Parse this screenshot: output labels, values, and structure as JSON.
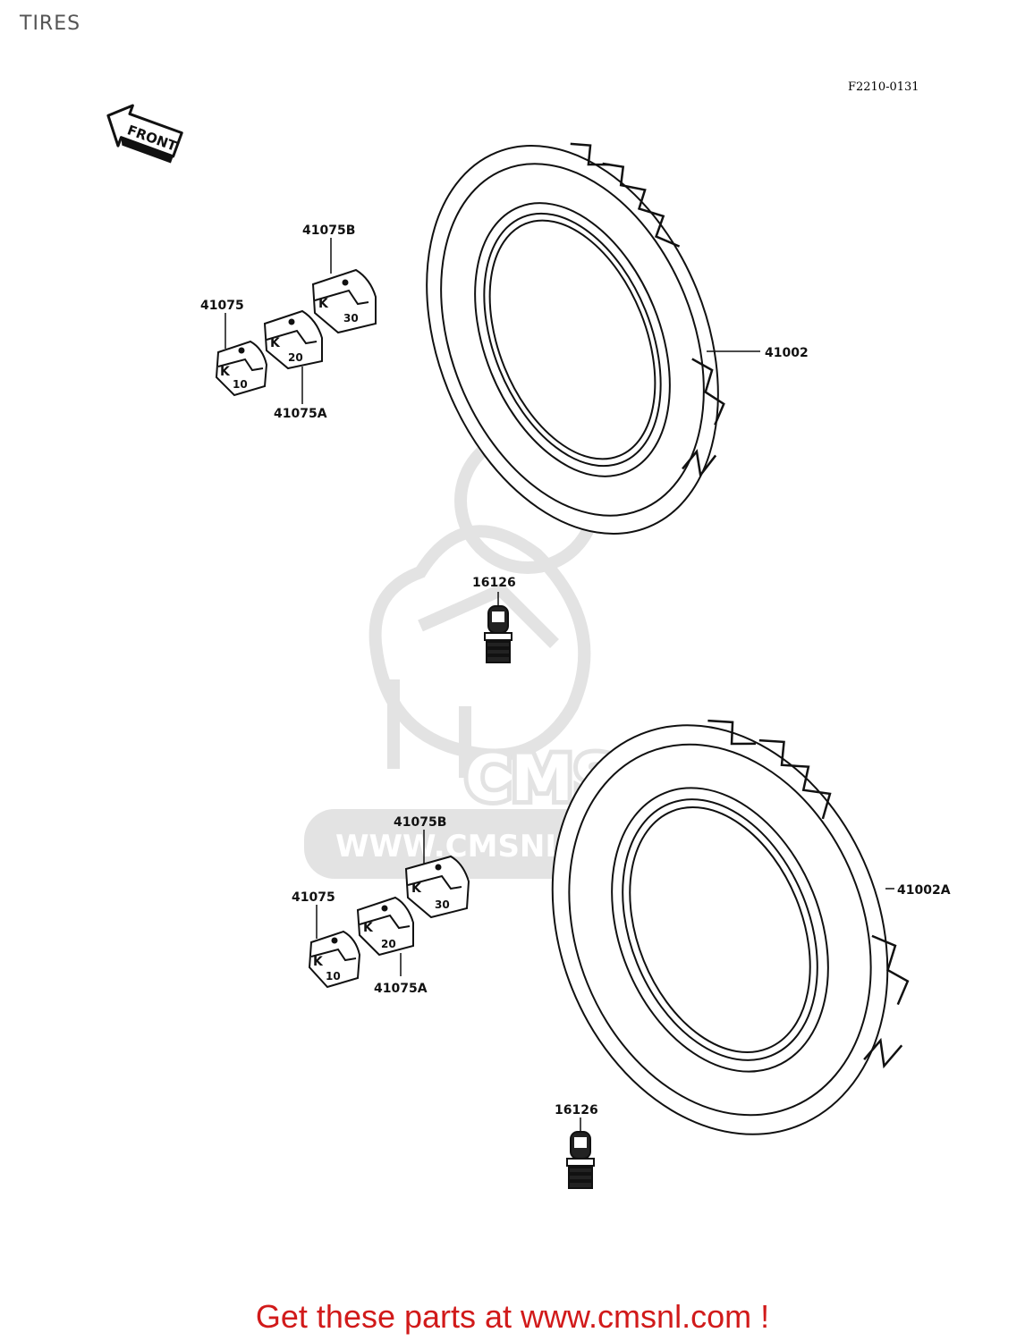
{
  "page": {
    "title": "TIRES",
    "diagram_code": "F2210-0131",
    "footer": "Get these parts at www.cmsnl.com !"
  },
  "watermark": {
    "brand": "CMS",
    "url": "WWW.CMSNL.COM"
  },
  "front_marker": {
    "label": "FRONT",
    "icon": "front-direction-arrow-icon"
  },
  "parts": {
    "front_tire": "41002",
    "rear_tire": "41002A",
    "valve_front": "16126",
    "valve_rear": "16126",
    "weights_front": {
      "w10": "41075",
      "w20": "41075A",
      "w30": "41075B"
    },
    "weights_rear": {
      "w10": "41075",
      "w20": "41075A",
      "w30": "41075B"
    }
  },
  "weight_marks": {
    "brand": "K",
    "w10": "10",
    "w20": "20",
    "w30": "30"
  },
  "colors": {
    "line": "#111111",
    "watermark": "#e3e3e3",
    "footer": "#d11a1a",
    "title": "#555555"
  }
}
